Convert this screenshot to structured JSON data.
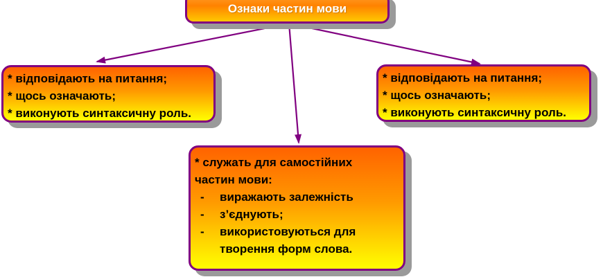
{
  "title_box": {
    "label": "Ознаки частин мови"
  },
  "left_box": {
    "lines": [
      "* відповідають на питання;",
      "* щось означають;",
      "* виконують синтаксичну роль."
    ]
  },
  "right_box": {
    "lines": [
      "* відповідають на питання;",
      "* щось означають;",
      "* виконують синтаксичну роль."
    ]
  },
  "middle_box": {
    "line1": "* служать для самостійних",
    "line2": "частин мови:",
    "bullets": [
      {
        "dash": "-",
        "text": "виражають залежність"
      },
      {
        "dash": "-",
        "text": "з’єднують;"
      },
      {
        "dash": "-",
        "text": "використовуються для"
      },
      {
        "dash": "",
        "text": "творення форм слова."
      }
    ]
  },
  "colors": {
    "border": "#800080",
    "arrow": "#800080",
    "shadow": "#9A9A9A",
    "title_text": "#FFFFFF",
    "body_text": "#000000",
    "title_gradient_top": "#FF9E2A",
    "title_gradient_bottom": "#FFC800",
    "box_gradient_top": "#FF6300",
    "box_gradient_bottom": "#FFFF00",
    "background": "#FFFFFF"
  }
}
